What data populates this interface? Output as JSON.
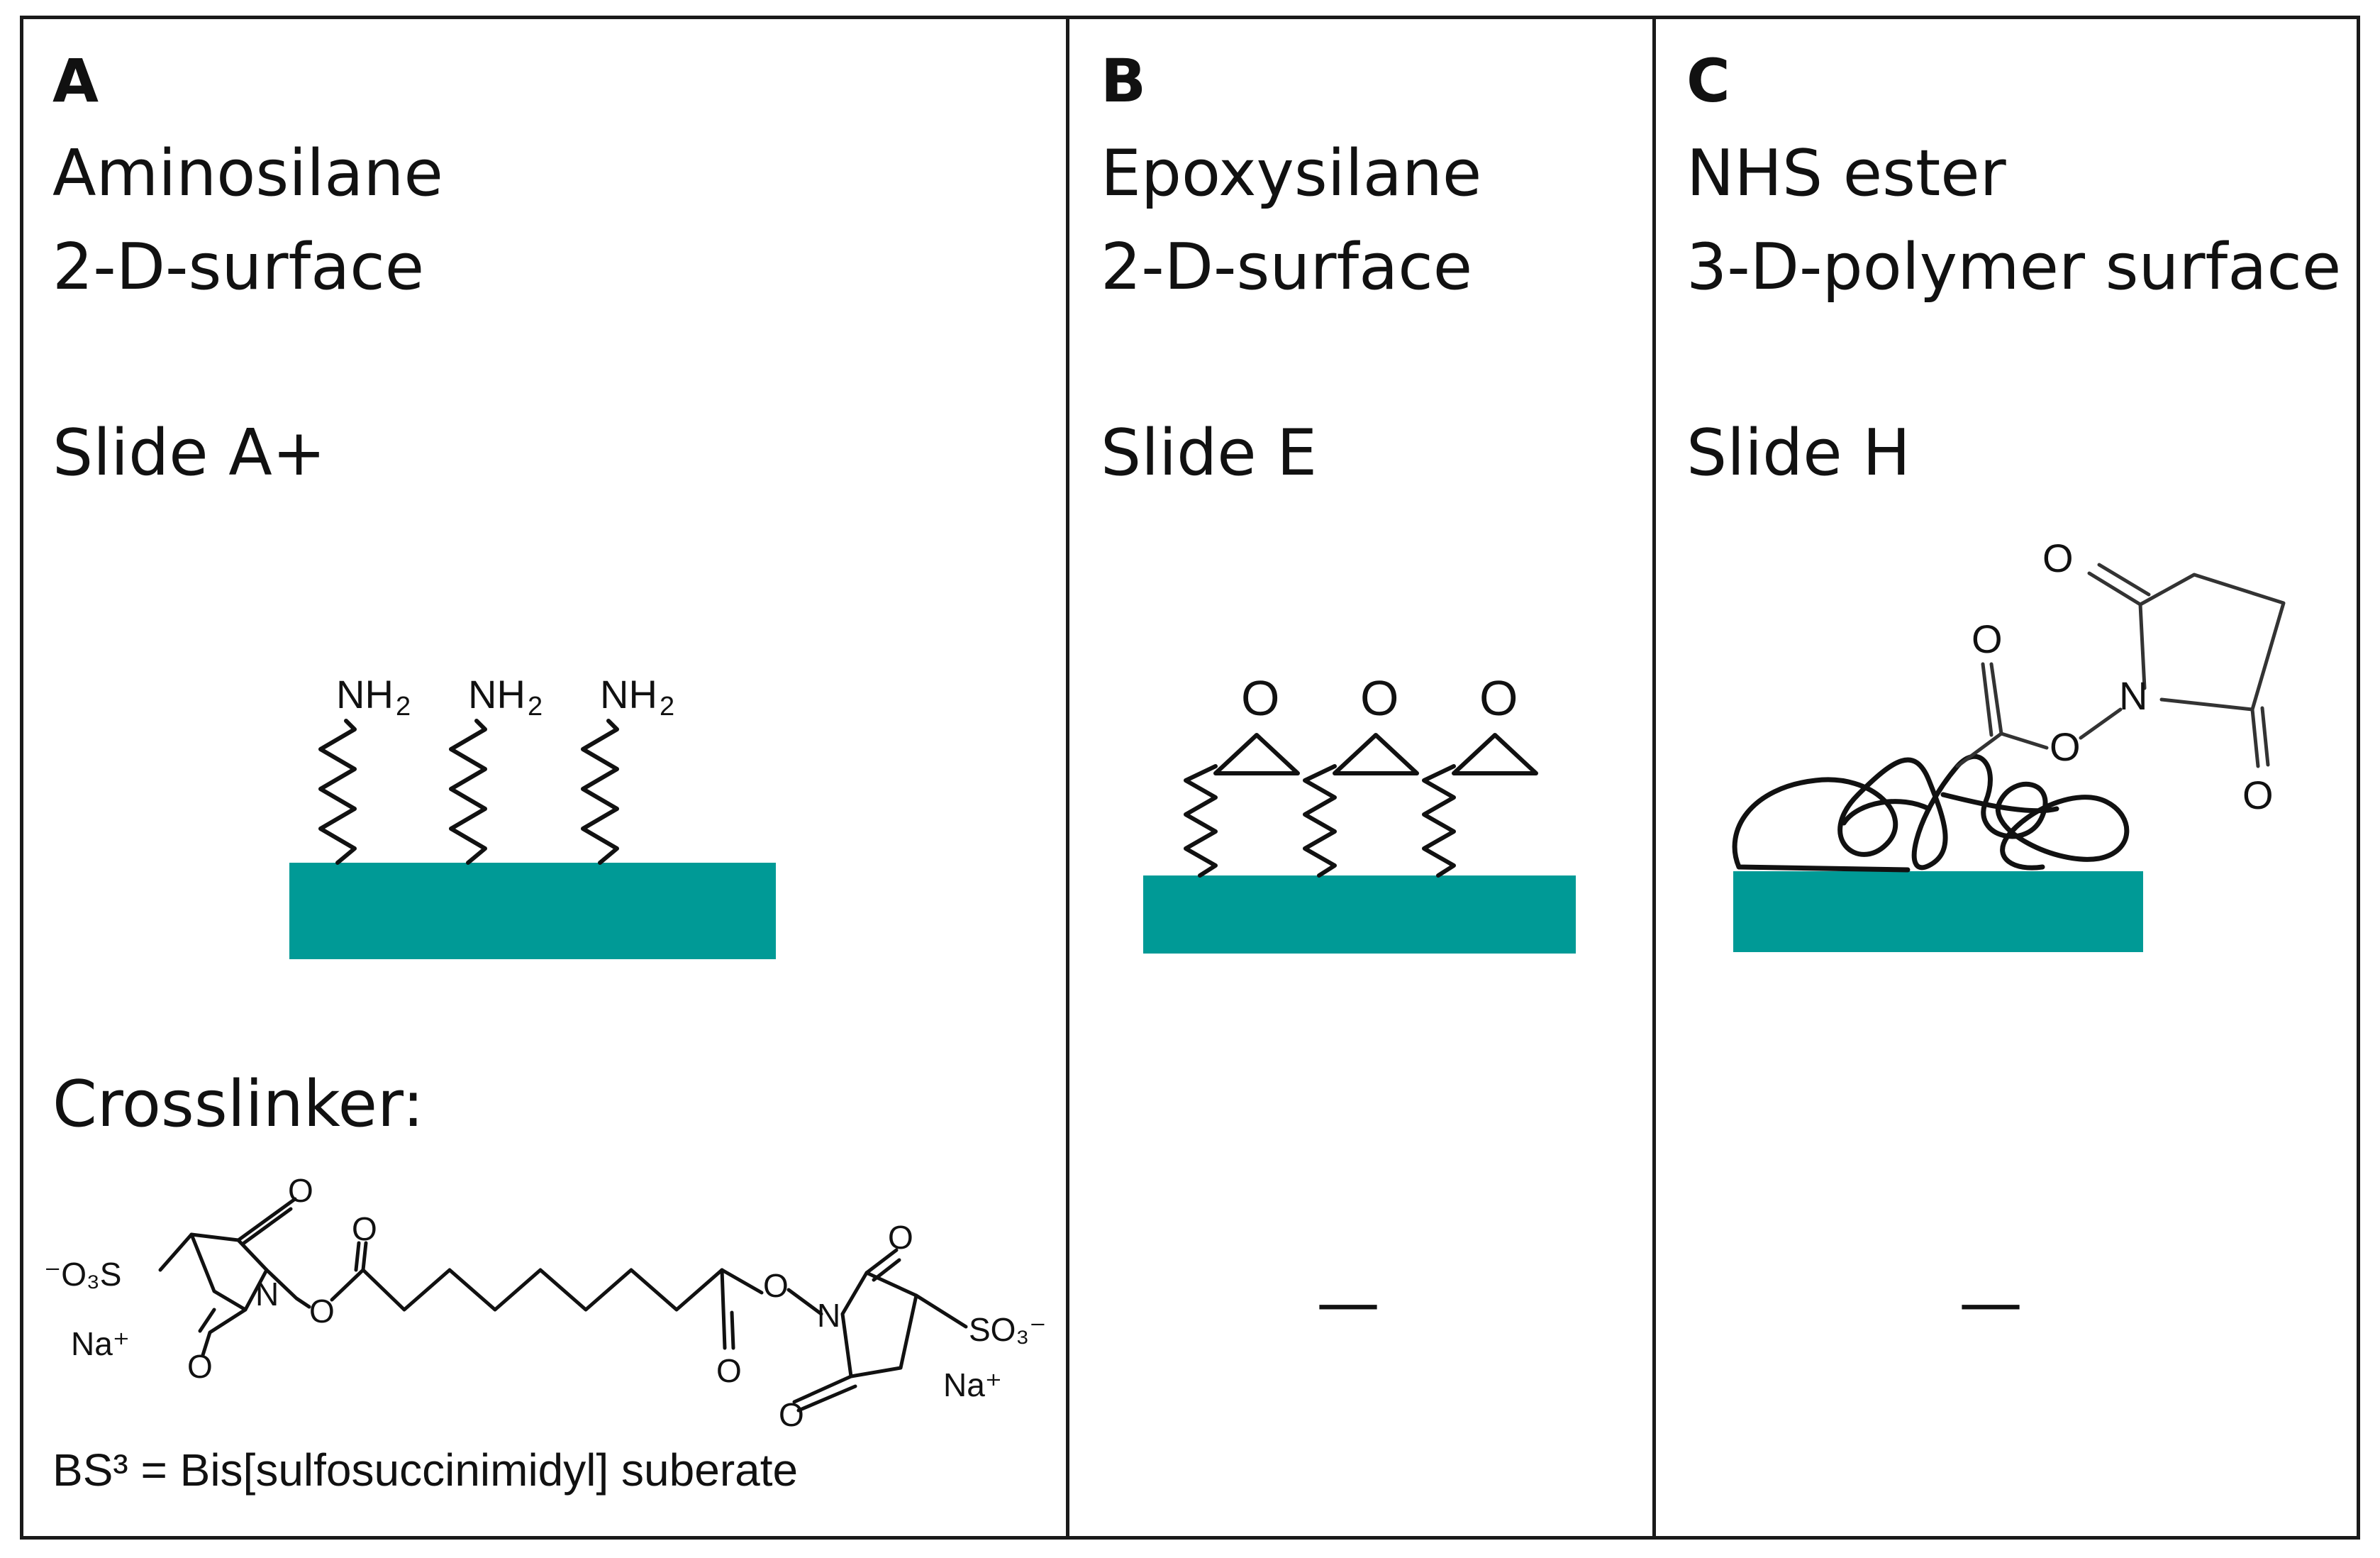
{
  "panels": [
    {
      "letter": "A",
      "line1": "Aminosilane",
      "line2": "2-D-surface",
      "slide": "Slide A+",
      "group_label": "NH",
      "group_subscript": "2",
      "crosslinker_label": "Crosslinker:",
      "crosslinker_formula": "BS³  = Bis[sulfosuccinimidyl] suberate",
      "structure_labels": {
        "sulfonate_left": "⁻O₃S",
        "sodium_left": "Na⁺",
        "nitrogen": "N",
        "oxygen": "O",
        "sulfonate_right": "SO₃⁻",
        "sodium_right": "Na⁺"
      }
    },
    {
      "letter": "B",
      "line1": "Epoxysilane",
      "line2": "2-D-surface",
      "slide": "Slide E",
      "group_label": "O",
      "crosslinker_value": "—"
    },
    {
      "letter": "C",
      "line1": "NHS ester",
      "line2": "3-D-polymer surface",
      "slide": "Slide H",
      "group_label_o": "O",
      "group_label_n": "N",
      "crosslinker_value": "—"
    }
  ],
  "colors": {
    "substrate": "#009a96",
    "line": "#111111",
    "frame": "#1a1a1a"
  }
}
